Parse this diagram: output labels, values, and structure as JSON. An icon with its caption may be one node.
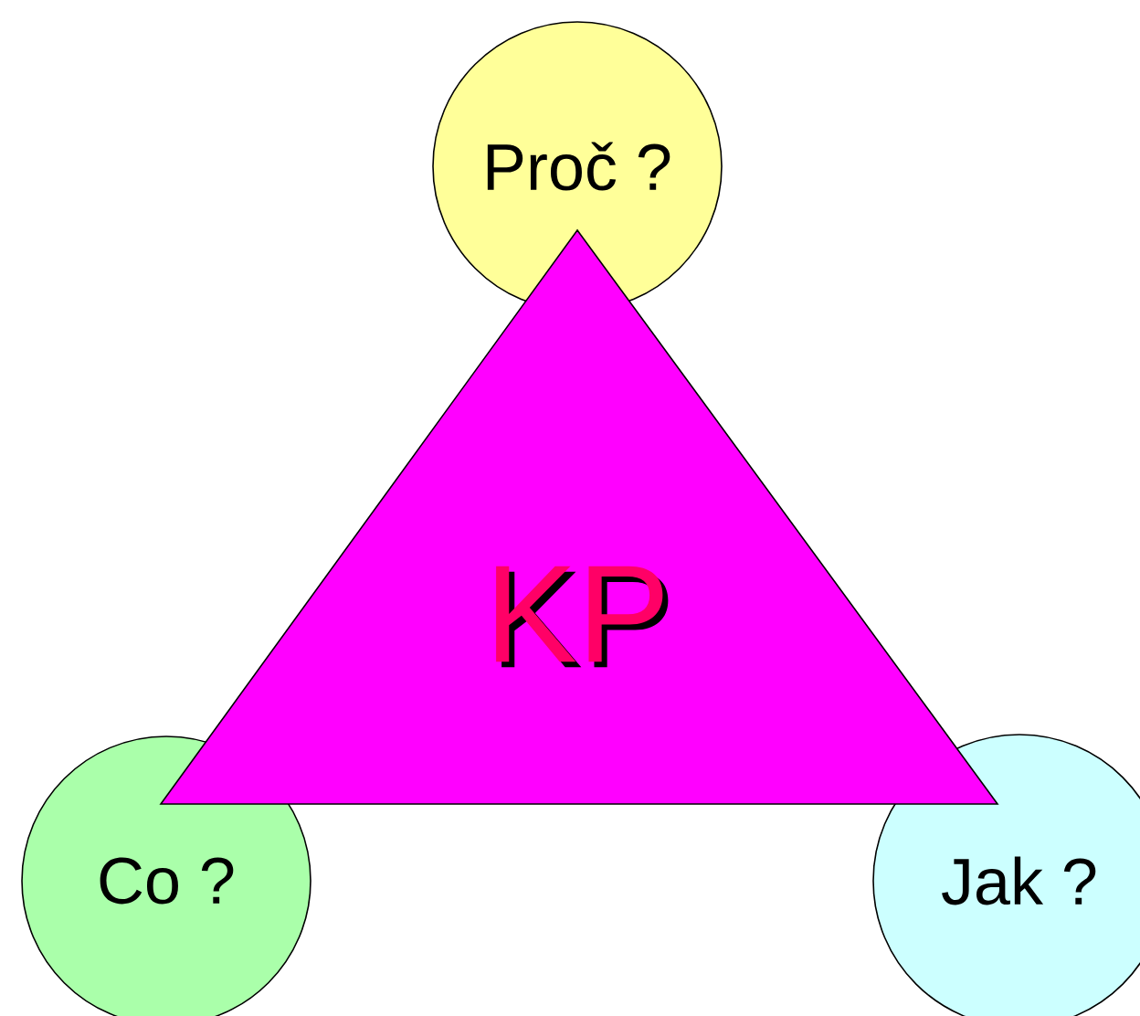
{
  "diagram": {
    "nodes": [
      {
        "text": [
          "Proč ?"
        ]
      },
      {
        "text": [
          "KP"
        ]
      },
      {
        "text": [
          "Co ?"
        ]
      },
      {
        "text": [
          "Jak ?"
        ]
      }
    ]
  }
}
